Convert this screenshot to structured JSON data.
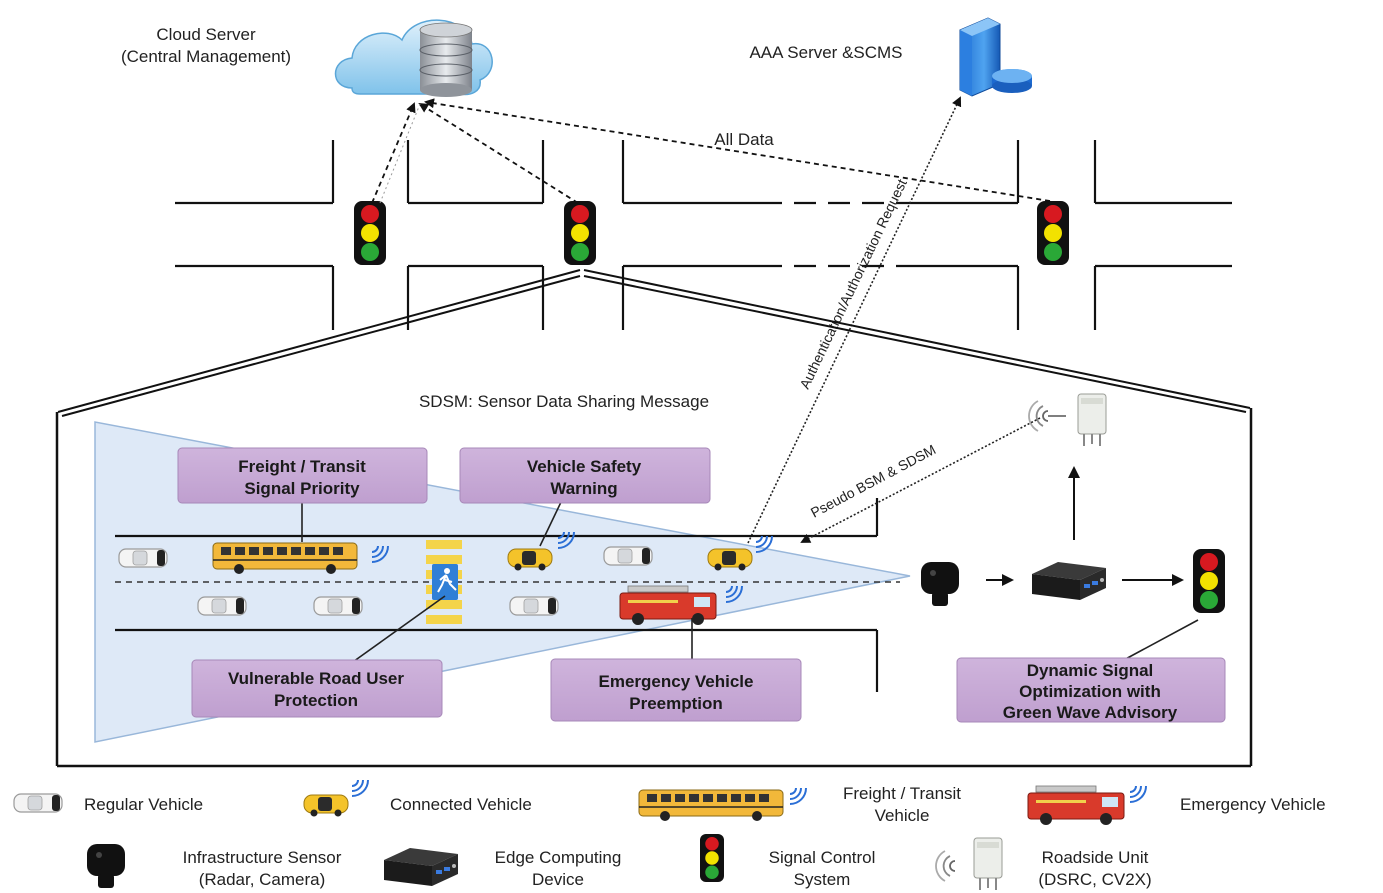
{
  "top": {
    "cloud_server_line1": "Cloud Server",
    "cloud_server_line2": "(Central Management)",
    "aaa_server": "AAA Server &SCMS",
    "all_data": "All Data",
    "auth_request": "Authentication/Authorization Request"
  },
  "zoom": {
    "sdsm_label": "SDSM: Sensor Data Sharing Message",
    "pseudo_label": "Pseudo BSM & SDSM"
  },
  "boxes": {
    "freight_priority": [
      "Freight / Transit",
      "Signal Priority"
    ],
    "safety_warning": [
      "Vehicle Safety",
      "Warning"
    ],
    "vru_protection": [
      "Vulnerable Road User",
      "Protection"
    ],
    "emergency_preemption": [
      "Emergency Vehicle",
      "Preemption"
    ],
    "signal_optimization": [
      "Dynamic Signal",
      "Optimization with",
      "Green Wave Advisory"
    ]
  },
  "legend": {
    "regular_vehicle": "Regular Vehicle",
    "connected_vehicle": "Connected Vehicle",
    "freight_vehicle": [
      "Freight / Transit",
      "Vehicle"
    ],
    "emergency_vehicle": "Emergency Vehicle",
    "infra_sensor": [
      "Infrastructure Sensor",
      "(Radar, Camera)"
    ],
    "edge_device": [
      "Edge Computing",
      "Device"
    ],
    "signal_system": [
      "Signal Control",
      "System"
    ],
    "roadside_unit": [
      "Roadside Unit",
      "(DSRC, CV2X)"
    ]
  },
  "colors": {
    "box_fill": "#c5a8d3",
    "cone_fill": "#dbe7f7",
    "signal_red": "#d71920",
    "signal_yellow": "#f2e200",
    "signal_green": "#2aa837",
    "bus_yellow": "#f2b83a",
    "connected_car": "#f4c32a",
    "firetruck_red": "#d93a2b",
    "wifi_blue": "#2b6fd6"
  },
  "icons": [
    "cloud-database-icon",
    "server-icon",
    "traffic-light-icon",
    "car-icon",
    "bus-icon",
    "firetruck-icon",
    "pedestrian-icon",
    "sensor-icon",
    "edge-device-icon",
    "roadside-unit-icon",
    "wifi-signal-icon"
  ]
}
